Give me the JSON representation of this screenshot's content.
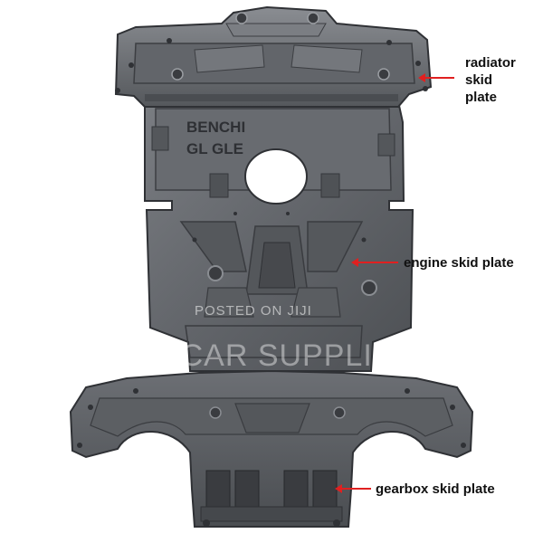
{
  "labels": {
    "radiator_line1": "radiator",
    "radiator_line2": "skid",
    "radiator_line3": "plate",
    "engine": "engine skid plate",
    "gearbox": "gearbox skid plate"
  },
  "embossed": {
    "line1": "BENCHI",
    "line2": "GL GLE"
  },
  "watermark": {
    "small": "POSTED ON JIJI",
    "large": "LUX CAR SUPPLIES"
  },
  "colors": {
    "arrow": "#e02020",
    "plate": "#5f6266",
    "plate_dark": "#3a3c40",
    "plate_light": "#8b8e93"
  }
}
